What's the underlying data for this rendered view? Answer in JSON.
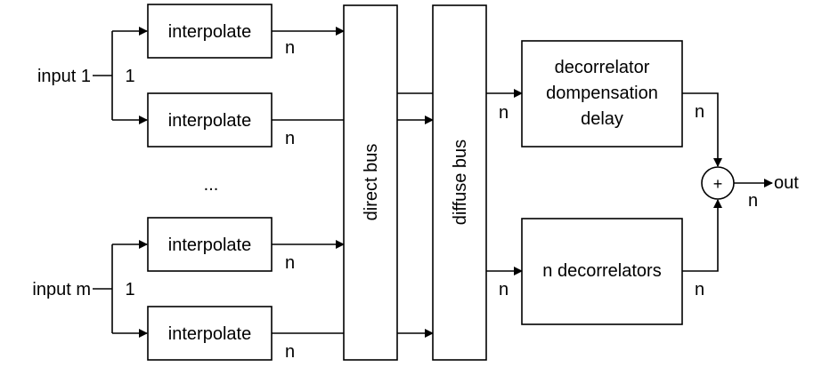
{
  "inputs": {
    "first": "input 1",
    "last": "input m",
    "fanout_count": "1"
  },
  "interpolate_label": "interpolate",
  "channel_count": "n",
  "ellipsis": "...",
  "buses": {
    "direct": "direct bus",
    "diffuse": "diffuse bus"
  },
  "decorrelator_compensation": {
    "line1": "decorrelator",
    "line2": "dompensation",
    "line3": "delay"
  },
  "decorrelators": "n decorrelators",
  "sum_symbol": "+",
  "output": "out"
}
